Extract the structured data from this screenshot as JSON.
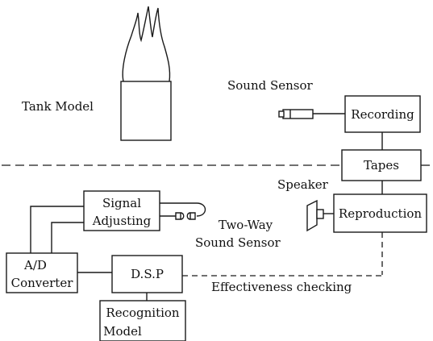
{
  "labels": {
    "tank_model": "Tank Model",
    "sound_sensor": "Sound  Sensor",
    "recording": "Recording",
    "tapes": "Tapes",
    "speaker": "Speaker",
    "reproduction": "Reproduction",
    "signal_adjusting_line1": "Signal",
    "signal_adjusting_line2": "Adjusting",
    "two_way_line1": "Two-Way",
    "two_way_line2": "Sound Sensor",
    "ad_line1": "A/D",
    "ad_line2": "Converter",
    "dsp": "D.S.P",
    "recognition_line1": "Recognition",
    "recognition_line2": "Model",
    "effectiveness": "Effectiveness  checking"
  }
}
